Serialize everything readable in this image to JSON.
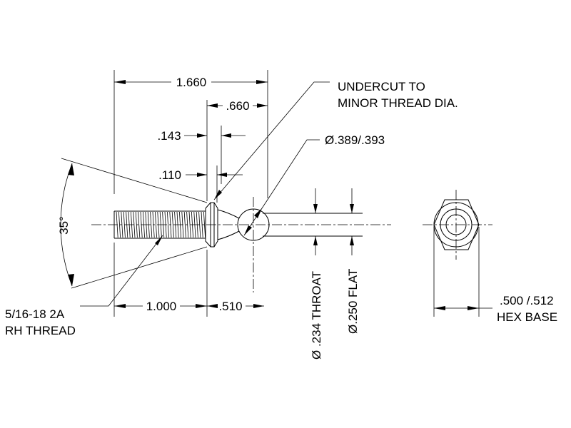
{
  "dimensions": {
    "overall_length": "1.660",
    "ball_to_hex": ".660",
    "hex_height": ".143",
    "collar_height": ".110",
    "angle": "35°",
    "thread_length": "1.000",
    "shank_length": ".510",
    "throat_dia": "Ø .234 THROAT",
    "flat_dia": "Ø.250 FLAT",
    "ball_dia": "Ø.389/.393",
    "hex_base": ".500 /.512"
  },
  "notes": {
    "undercut_line1": "UNDERCUT TO",
    "undercut_line2": "MINOR THREAD DIA.",
    "thread_line1": "5/16-18 2A",
    "thread_line2": "RH THREAD",
    "hex_base_label": "HEX BASE"
  }
}
